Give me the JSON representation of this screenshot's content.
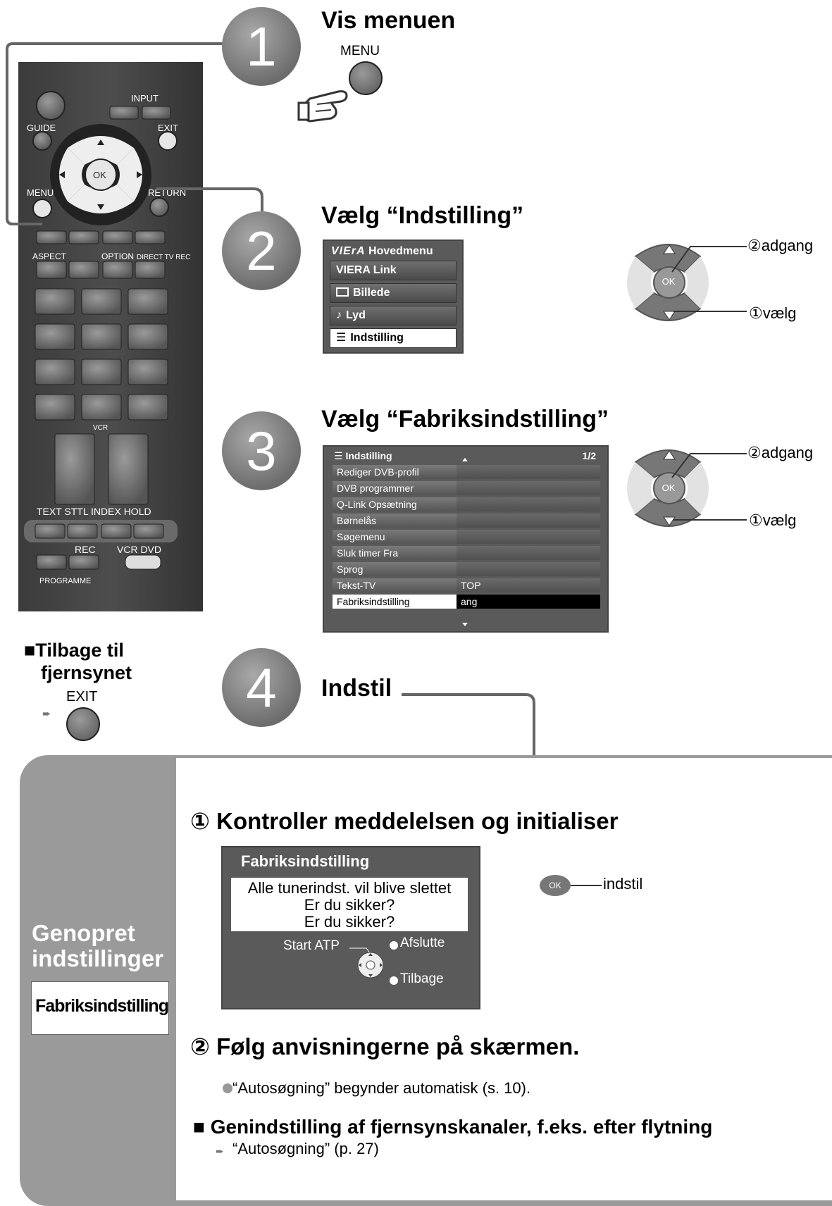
{
  "remote": {
    "labels": {
      "input": "INPUT",
      "guide": "GUIDE",
      "exit": "EXIT",
      "ok": "OK",
      "menu": "MENU",
      "return": "RETURN",
      "aspect": "ASPECT",
      "option": "OPTION",
      "direct_tv_rec": "DIRECT TV REC",
      "vcr": "VCR",
      "text_row": "TEXT STTL INDEX HOLD",
      "rec": "REC",
      "vcr_dvd": "VCR DVD",
      "programme": "PROGRAMME"
    }
  },
  "step1": {
    "number": "1",
    "heading": "Vis menuen",
    "button_label": "MENU"
  },
  "step2": {
    "number": "2",
    "heading": "Vælg “Indstilling”",
    "menu_title": "Hovedmenu",
    "menu_logo": "VIErA",
    "items": [
      "VIERA Link",
      "Billede",
      "Lyd",
      "Indstilling"
    ],
    "access_label": "②adgang",
    "select_label": "①vælg",
    "ok_label": "OK"
  },
  "step3": {
    "number": "3",
    "heading": "Vælg “Fabriksindstilling”",
    "menu_title": "Indstilling",
    "page": "1/2",
    "items": [
      {
        "label": "Rediger DVB-profil",
        "value": ""
      },
      {
        "label": "DVB programmer",
        "value": ""
      },
      {
        "label": "Q-Link Opsætning",
        "value": ""
      },
      {
        "label": "Børnelås",
        "value": ""
      },
      {
        "label": "Søgemenu",
        "value": ""
      },
      {
        "label": "Sluk timer Fra",
        "value": ""
      },
      {
        "label": "Sprog",
        "value": ""
      },
      {
        "label": "Tekst-TV",
        "value": "TOP"
      },
      {
        "label": "Fabriksindstilling",
        "value": "ang"
      }
    ],
    "access_label": "②adgang",
    "select_label": "①vælg",
    "ok_label": "OK"
  },
  "back": {
    "title_line1": "■Tilbage til",
    "title_line2": "fjernsynet",
    "button_label": "EXIT"
  },
  "step4": {
    "number": "4",
    "heading": "Indstil"
  },
  "panel": {
    "side_title_line1": "Genopret",
    "side_title_line2": "indstillinger",
    "side_box": "Fabriksindstilling",
    "sub1_heading": "① Kontroller meddelelsen og initialiser",
    "dialog": {
      "title": "Fabriksindstilling",
      "line1": "Alle tunerindst. vil blive slettet",
      "line2": "Er du sikker?",
      "line3": "Er du sikker?",
      "start_atp": "Start ATP",
      "afslutte": "Afslutte",
      "tilbage": "Tilbage"
    },
    "ok_set_label": "indstil",
    "ok_label": "OK",
    "sub2_heading": "② Følg anvisningerne på skærmen.",
    "note": "“Autosøgning” begynder automatisk (s. 10).",
    "sub3_heading": "■ Genindstilling af fjernsynskanaler, f.eks. efter flytning",
    "sub3_ref": "“Autosøgning” (p. 27)"
  }
}
